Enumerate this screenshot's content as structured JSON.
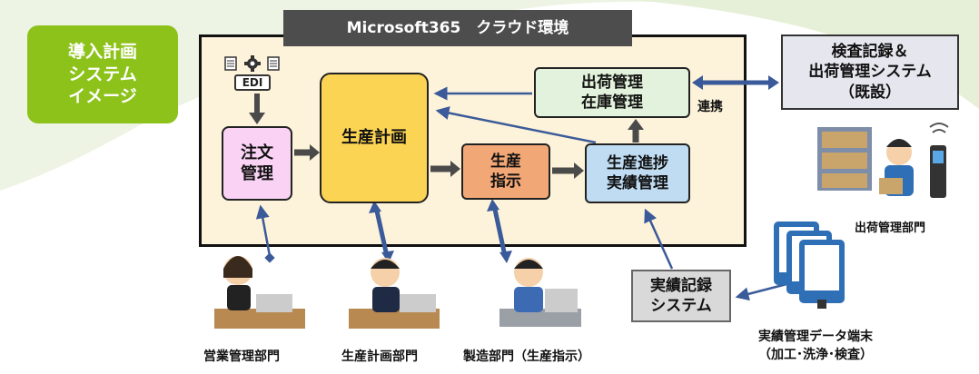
{
  "title_badge": "導入計画\nシステム\nイメージ",
  "cloud_header": "Microsoft365　クラウド環境",
  "edi_label": "EDI",
  "boxes": {
    "order": "注文\n管理",
    "plan": "生産計画",
    "shipping": "出荷管理\n在庫管理",
    "instruction": "生産\n指示",
    "progress": "生産進捗\n実績管理",
    "inspection": "検査記録＆\n出荷管理システム\n（既設）",
    "actual_record": "実績記録\nシステム"
  },
  "link_label": "連携",
  "departments": {
    "shipping": "出荷管理部門",
    "sales": "営業管理部門",
    "planning": "生産計画部門",
    "manufacturing": "製造部門（生産指示）"
  },
  "terminal_label": {
    "line1": "実績管理データ端末",
    "line2": "（加工･洗浄･検査）"
  },
  "colors": {
    "badge_green": "#8cc21a",
    "header_gray": "#4d4d4d",
    "cloud_bg": "#fdf3da",
    "order_pink": "#f9d2f4",
    "plan_yellow": "#fcd453",
    "shipping_green": "#e3f2dc",
    "instruction_orange": "#f2a776",
    "progress_blue": "#bfdcf3",
    "arrow_blue": "#3b5a99",
    "arrow_dark": "#4a4a4a"
  }
}
